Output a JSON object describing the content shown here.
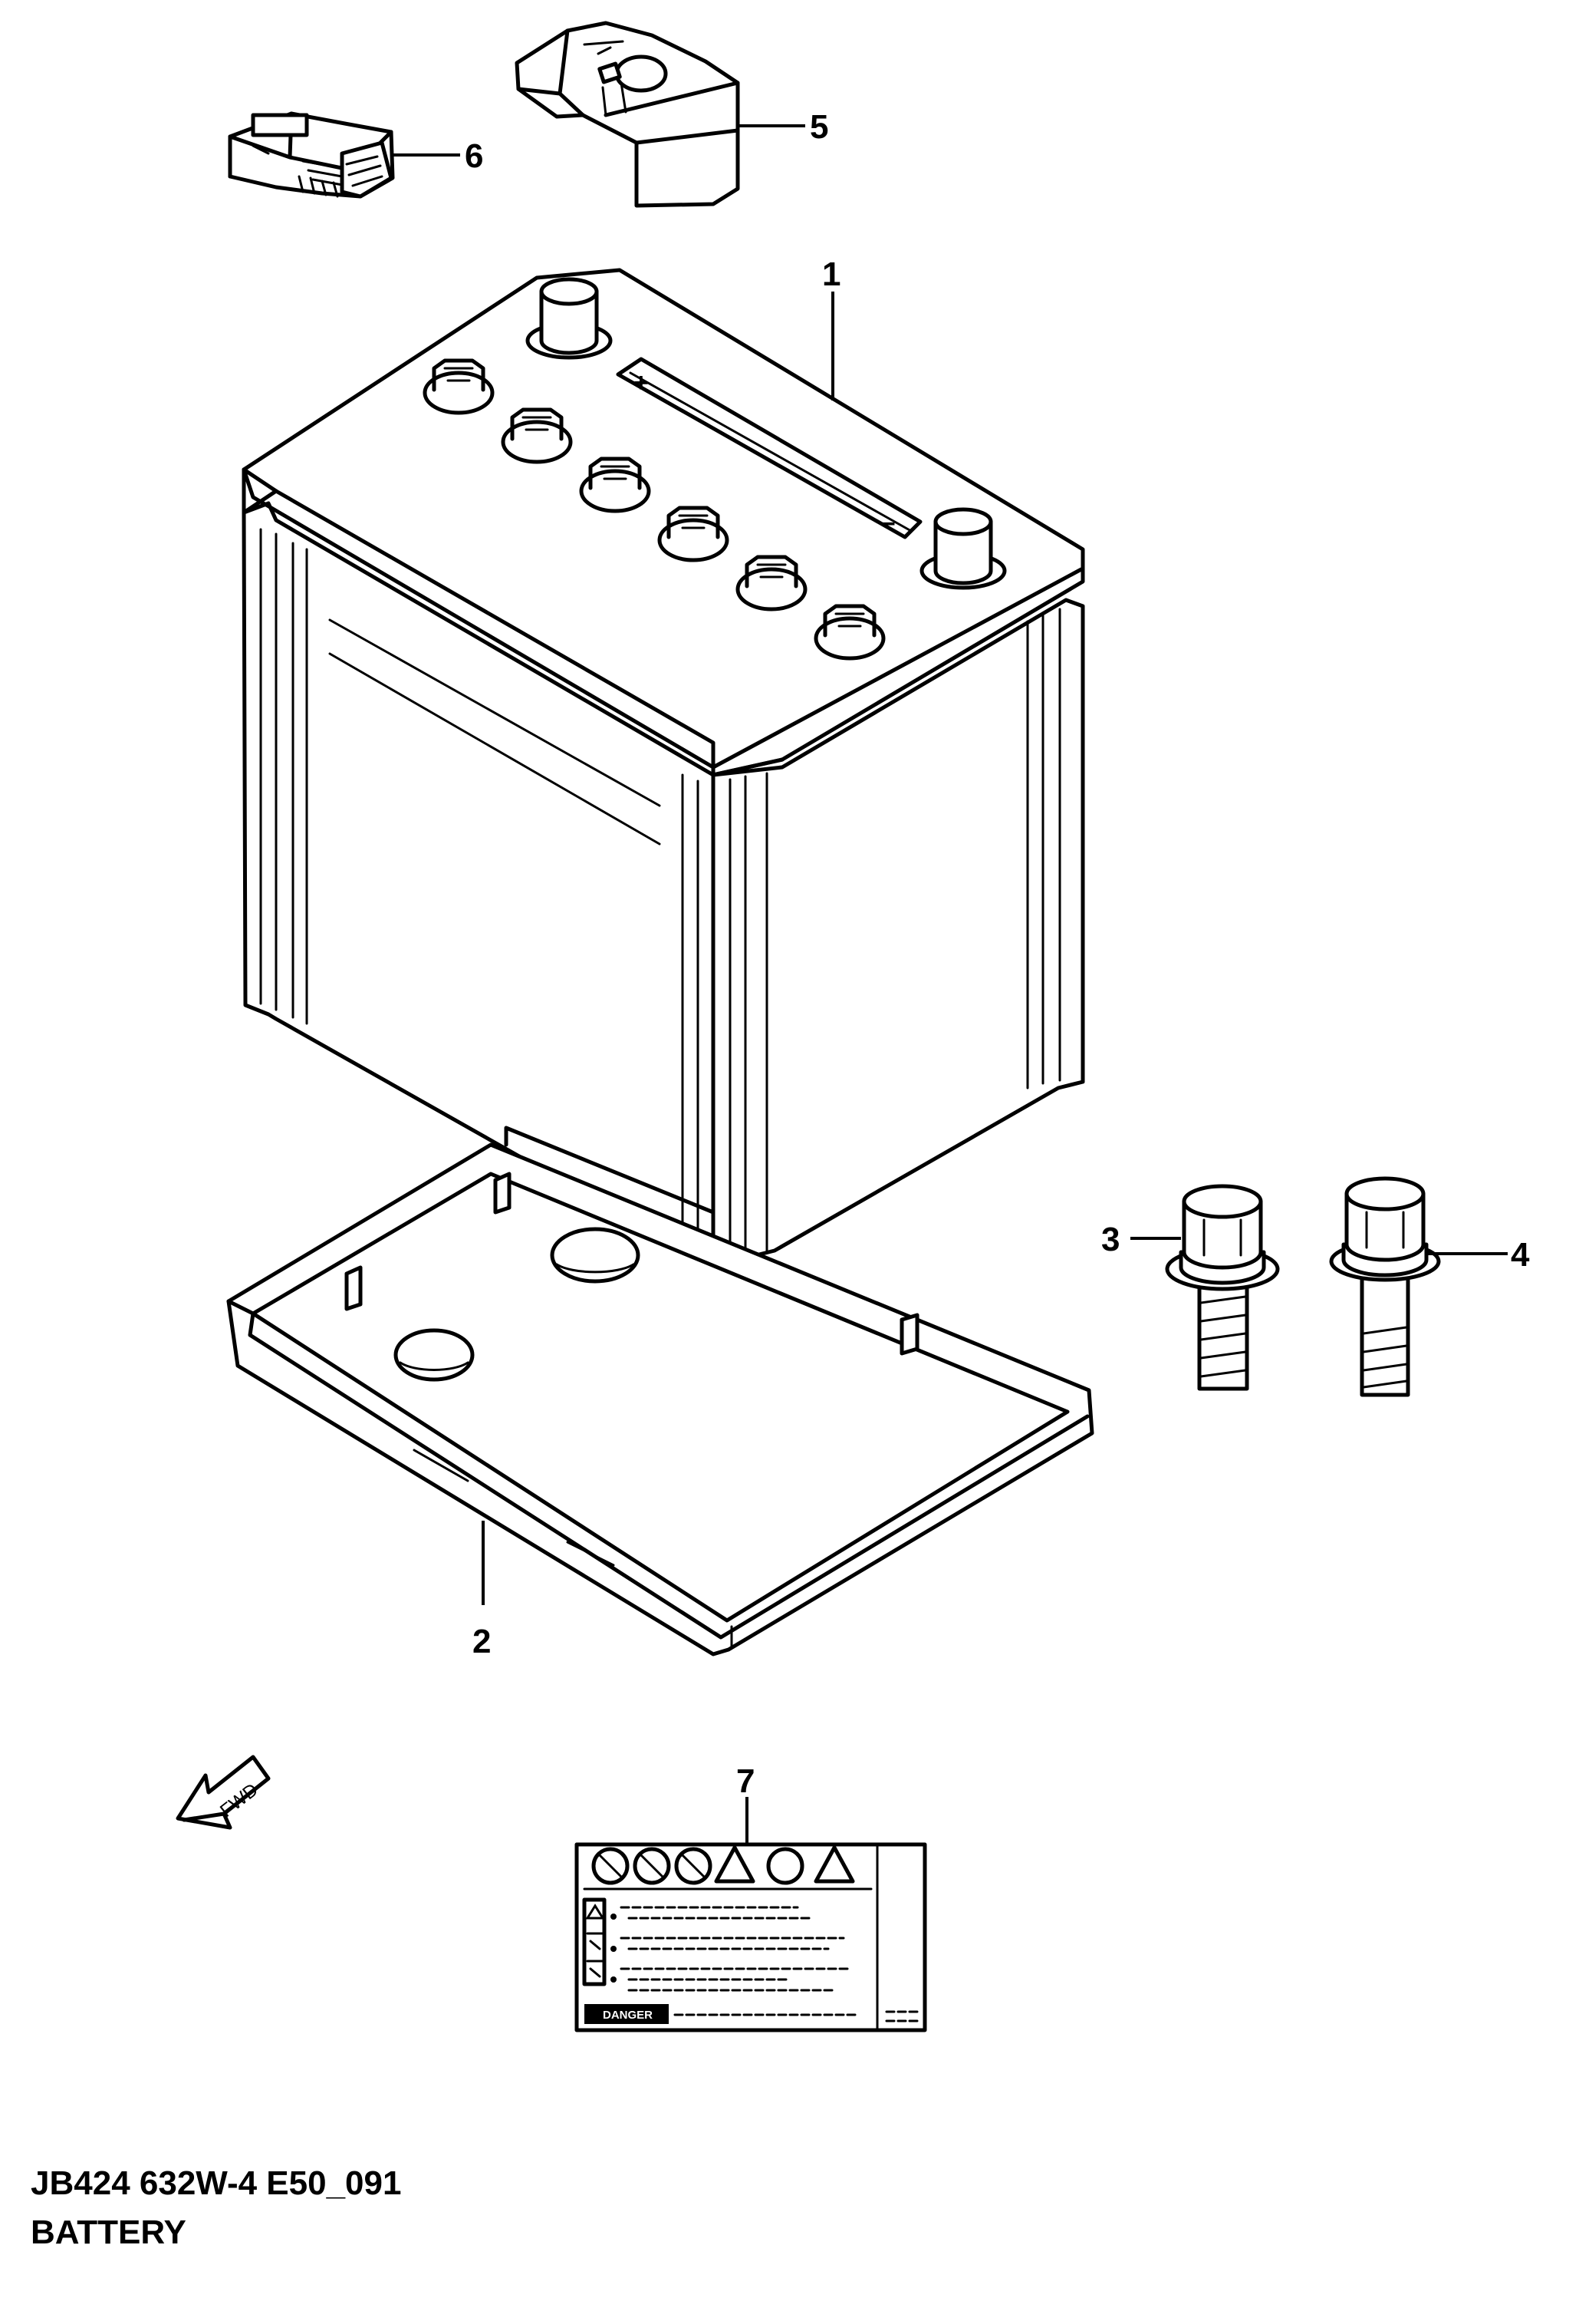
{
  "drawing": {
    "code": "JB424 632W-4 E50_091",
    "title": "BATTERY"
  },
  "callouts": [
    "1",
    "2",
    "3",
    "4",
    "5",
    "6",
    "7"
  ],
  "battery_polarity": {
    "positive": "+",
    "negative": "−"
  },
  "direction_arrow": "FWD",
  "warning_label": {
    "tag": "DANGER"
  }
}
